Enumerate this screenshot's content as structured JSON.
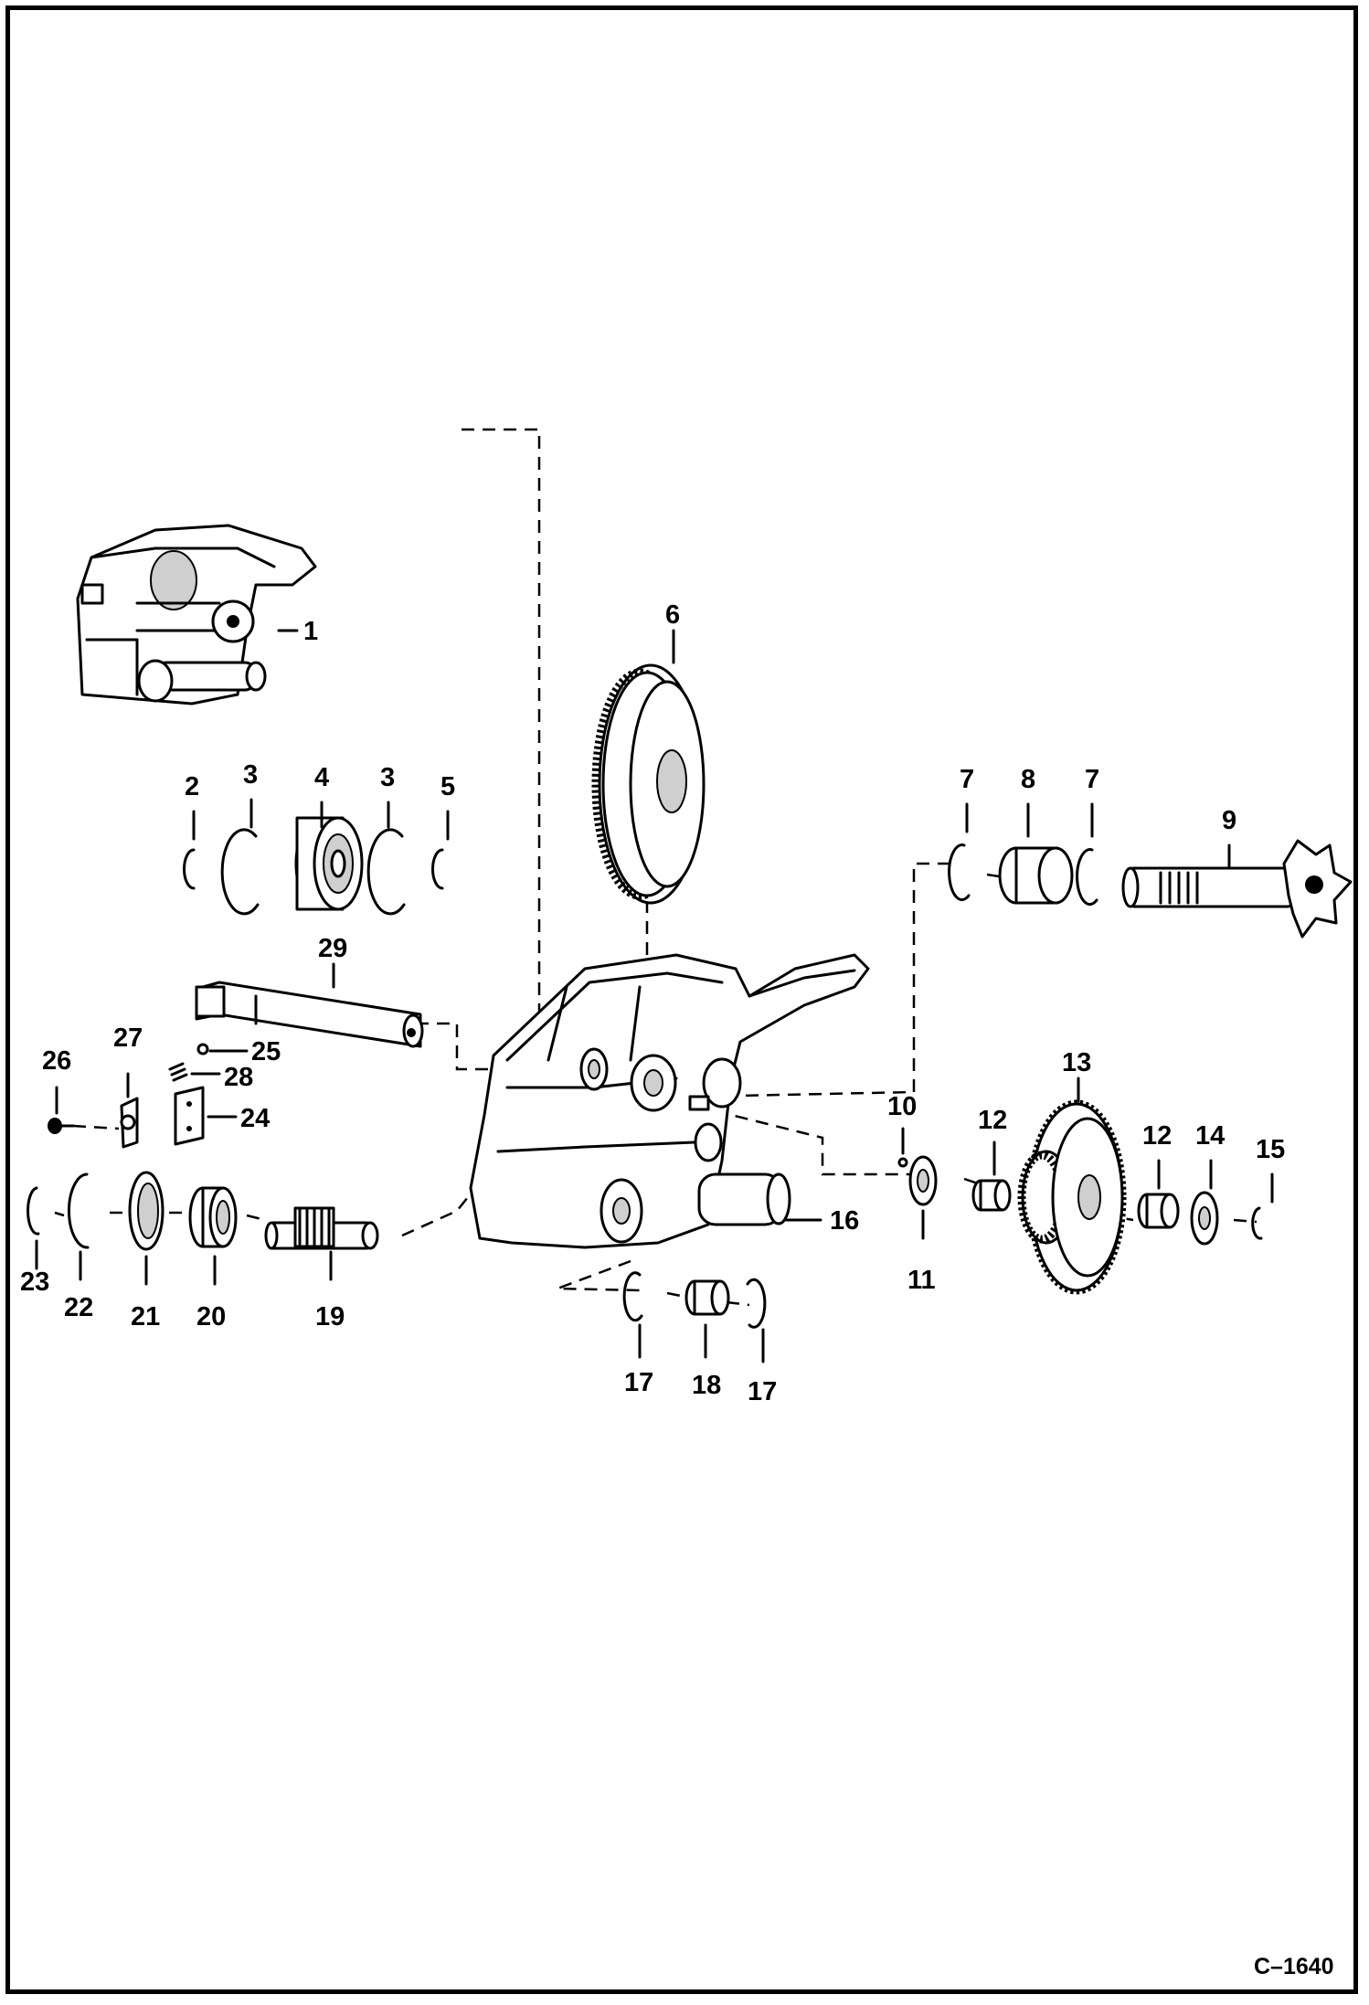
{
  "figure_number": "C–1640",
  "callouts": {
    "c1": "1",
    "c2": "2",
    "c3a": "3",
    "c3b": "3",
    "c4": "4",
    "c5": "5",
    "c6": "6",
    "c7a": "7",
    "c7b": "7",
    "c8": "8",
    "c9": "9",
    "c10": "10",
    "c11": "11",
    "c12a": "12",
    "c12b": "12",
    "c13": "13",
    "c14": "14",
    "c15": "15",
    "c16": "16",
    "c17a": "17",
    "c17b": "17",
    "c18": "18",
    "c19": "19",
    "c20": "20",
    "c21": "21",
    "c22": "22",
    "c23": "23",
    "c24": "24",
    "c25": "25",
    "c26": "26",
    "c27": "27",
    "c28": "28",
    "c29": "29"
  }
}
